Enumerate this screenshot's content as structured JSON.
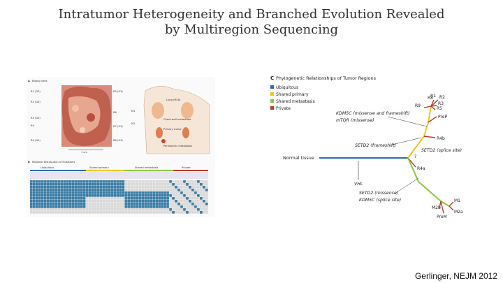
{
  "slide": {
    "title_line1": "Intratumor Heterogeneity and Branched Evolution Revealed",
    "title_line2": "by Multiregion Sequencing",
    "citation": "Gerlinger, NEJM 2012"
  },
  "panel_a": {
    "label": "A",
    "header": "Biopsy sites",
    "regions_left": [
      "R1 (G3)",
      "R2 (G4)",
      "R3 (G4)",
      "R9",
      "R4 (G4)"
    ],
    "regions_right": [
      "R5 (G3)",
      "R6",
      "R7 (G3)",
      "R8 (G4)"
    ],
    "body_labels": [
      "M1",
      "M2",
      "Chest-wall metastasis",
      "Primary tumor",
      "Perinephric metastasis",
      "Lung (M2b)"
    ]
  },
  "panel_b": {
    "label": "B",
    "header": "Regional Distribution of Mutations",
    "groups": [
      "Ubiquitous",
      "Shared primary",
      "Shared metastasis",
      "Private"
    ]
  },
  "panel_c": {
    "label": "C",
    "header": "Phylogenetic Relationships of Tumor Regions",
    "legend": [
      {
        "label": "Ubiquitous",
        "color": "#2b6cb0"
      },
      {
        "label": "Shared primary",
        "color": "#f2c418"
      },
      {
        "label": "Shared metastasis",
        "color": "#8cc63f"
      },
      {
        "label": "Private",
        "color": "#c0392b"
      }
    ],
    "labels": {
      "normal": "Normal tissue",
      "vhl": "VHL",
      "kdm5c_top": "KDM5C (missense and frameshift)",
      "mtor": "mTOR (missense)",
      "setd2_fs": "SETD2 (frameshift)",
      "setd2_splice": "SETD2 (splice site)",
      "setd2_missense": "SETD2 (missense)",
      "kdm5c_splice": "KDM5C (splice site)",
      "r1": "R1",
      "r2": "R2",
      "r3": "R3",
      "r5": "R5",
      "r8": "R8",
      "r9": "R9",
      "prep": "PreP",
      "r4b": "R4b",
      "r4a": "R4a",
      "m1": "M1",
      "m2a": "M2a",
      "m2b": "M2b",
      "prem": "PreM",
      "arrow_mark": "?"
    }
  }
}
